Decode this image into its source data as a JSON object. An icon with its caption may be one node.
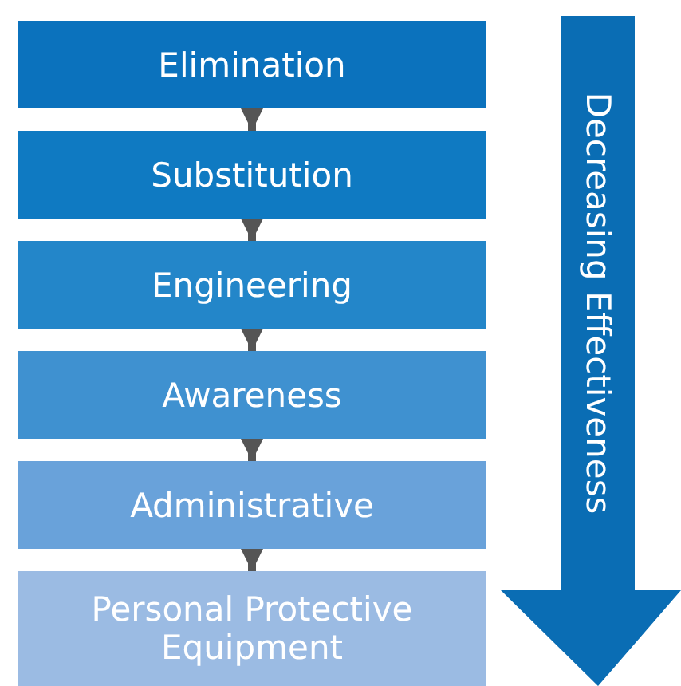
{
  "diagram": {
    "nodes": [
      {
        "text": [
          "Elimination"
        ]
      },
      {
        "text": [
          "Substitution"
        ]
      },
      {
        "text": [
          "Engineering"
        ]
      },
      {
        "text": [
          "Awareness"
        ]
      },
      {
        "text": [
          "Administrative"
        ]
      },
      {
        "text": [
          "Personal Protective Equipment"
        ]
      },
      {
        "text": [
          "Decreasing Effectiveness"
        ]
      }
    ],
    "edges": [
      {
        "from": 0,
        "to": 1,
        "arrow": "to"
      },
      {
        "from": 1,
        "to": 2,
        "arrow": "to"
      },
      {
        "from": 2,
        "to": 3,
        "arrow": "to"
      },
      {
        "from": 3,
        "to": 4,
        "arrow": "to"
      },
      {
        "from": 4,
        "to": 5,
        "arrow": "to"
      }
    ]
  }
}
